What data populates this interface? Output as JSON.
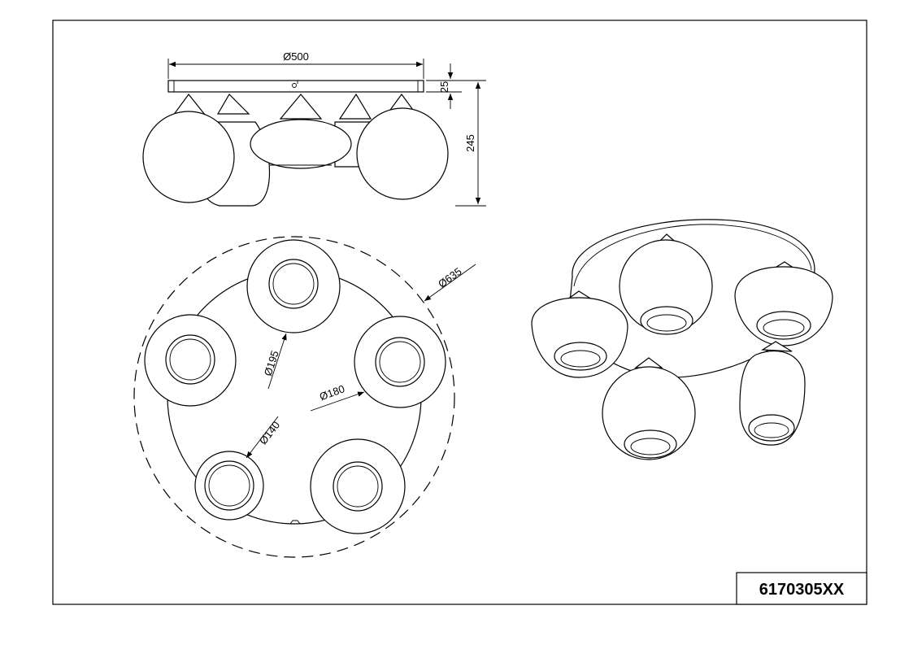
{
  "drawing": {
    "dimensions": {
      "diameter_500": "Ø500",
      "height_25": "25",
      "height_245": "245",
      "diameter_635": "Ø635",
      "diameter_195": "Ø195",
      "diameter_180": "Ø180",
      "diameter_140": "Ø140"
    },
    "part_number": "6170305XX"
  }
}
